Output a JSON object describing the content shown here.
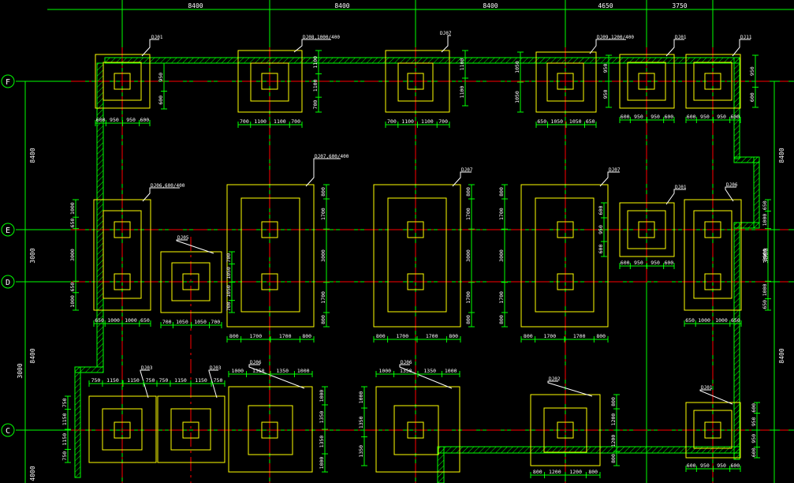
{
  "colors": {
    "background": "#000000",
    "grid_axis": "#00ff00",
    "dimension": "#00ff00",
    "footing": "#ffff00",
    "column": "#ffff00",
    "center_line": "#ff0000",
    "wall_hatch": "#00ff00",
    "label": "#ffffff"
  },
  "top_spans": [
    "8400",
    "8400",
    "8400",
    "4650",
    "3750"
  ],
  "axes": {
    "F": "F",
    "E": "E",
    "D": "D",
    "C": "C"
  },
  "left_dims": [
    "8400",
    "3000",
    "8400",
    "3000",
    "4000"
  ],
  "right_dims": [
    "8400",
    "3000",
    "8400"
  ],
  "footing_labels": {
    "f1": "DJ01",
    "f2": "DJ08,1000/400",
    "f3": "DJ07",
    "f4": "DJ09,1200/400",
    "f5": "DJ01",
    "f6": "DJ11",
    "e1": "DJ06,600/400",
    "e2": "DJ05",
    "e3": "DJ07,600/400",
    "e4": "DJ07",
    "e5": "DJ07",
    "e6": "DJ01",
    "e7": "DJ06",
    "c1": "DJ03",
    "c2": "DJ03",
    "c3": "DJ06",
    "c4": "DJ06",
    "c5": "DJ02",
    "c6": "DJ01"
  },
  "dims": {
    "f1_b": [
      "600",
      "950",
      "950",
      "600"
    ],
    "f2_b": [
      "700",
      "1100",
      "1100",
      "700"
    ],
    "f3_b": [
      "700",
      "1100",
      "1100",
      "700"
    ],
    "f4_b": [
      "650",
      "1050",
      "1050",
      "650"
    ],
    "f5_b": [
      "600",
      "950",
      "950",
      "600"
    ],
    "f6_b": [
      "600",
      "950",
      "950",
      "600"
    ],
    "f1_s": [
      "950",
      "600"
    ],
    "f2_s": [
      "1100",
      "1100",
      "700"
    ],
    "f3_s": [
      "1100",
      "1100"
    ],
    "f4_s": [
      "1050",
      "1050"
    ],
    "f5_s": [
      "950",
      "950"
    ],
    "f6_s": [
      "950",
      "600"
    ],
    "e1_b": [
      "650",
      "1000",
      "1000",
      "650"
    ],
    "e1_s": [
      "1000",
      "650",
      "3000",
      "650",
      "1000"
    ],
    "e2_b": [
      "700",
      "1050",
      "1050",
      "700"
    ],
    "e2_s": [
      "700",
      "1050",
      "1050",
      "700"
    ],
    "e3_b": [
      "800",
      "1700",
      "1700",
      "800"
    ],
    "e3_s": [
      "800",
      "1700",
      "3000",
      "1700",
      "800"
    ],
    "e4_b": [
      "800",
      "1700",
      "1700",
      "800"
    ],
    "e4_s": [
      "800",
      "1700",
      "3000",
      "1700",
      "800"
    ],
    "e5_b": [
      "800",
      "1700",
      "1700",
      "800"
    ],
    "e5_s": [
      "800",
      "1700",
      "3000",
      "1700",
      "800"
    ],
    "e6_b": [
      "600",
      "950",
      "950",
      "600"
    ],
    "e6_s": [
      "600",
      "950",
      "600"
    ],
    "e7_b": [
      "650",
      "1000",
      "1000",
      "650"
    ],
    "e7_s": [
      "650",
      "1000",
      "3000",
      "1000",
      "650"
    ],
    "c12_t": [
      "750",
      "1150",
      "1150",
      "750",
      "750",
      "1150",
      "1150",
      "750"
    ],
    "c1_s": [
      "750",
      "1150",
      "1150",
      "750"
    ],
    "c3_t": [
      "1000",
      "1350",
      "1350",
      "1000"
    ],
    "c3_s": [
      "1000",
      "1350",
      "1350",
      "1000"
    ],
    "c4_t": [
      "1000",
      "1350",
      "1350",
      "1000"
    ],
    "c4_s": [
      "1000",
      "1350",
      "1350"
    ],
    "c5_b": [
      "800",
      "1200",
      "1200",
      "800"
    ],
    "c5_s": [
      "800",
      "1200",
      "1200",
      "800"
    ],
    "c6_b": [
      "600",
      "950",
      "950",
      "600"
    ],
    "c6_s": [
      "600",
      "950",
      "950",
      "600"
    ]
  }
}
